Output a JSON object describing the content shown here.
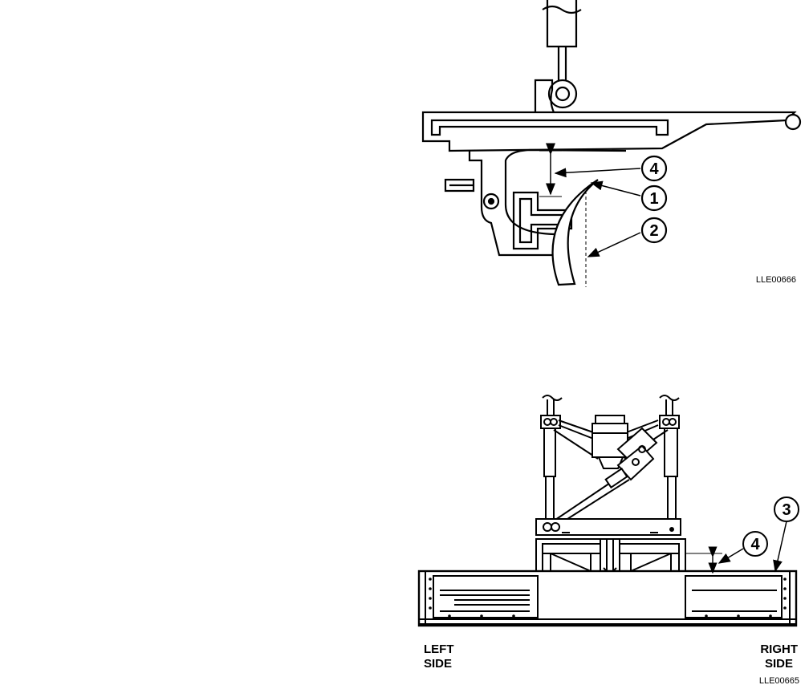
{
  "figure_top": {
    "figure_id": "LLE00666",
    "callouts": [
      {
        "label": "4"
      },
      {
        "label": "1"
      },
      {
        "label": "2"
      }
    ]
  },
  "figure_bottom": {
    "figure_id": "LLE00665",
    "callouts": [
      {
        "label": "3"
      },
      {
        "label": "4"
      }
    ],
    "left_side_line1": "LEFT",
    "left_side_line2": "SIDE",
    "right_side_line1": "RIGHT",
    "right_side_line2": "SIDE"
  }
}
